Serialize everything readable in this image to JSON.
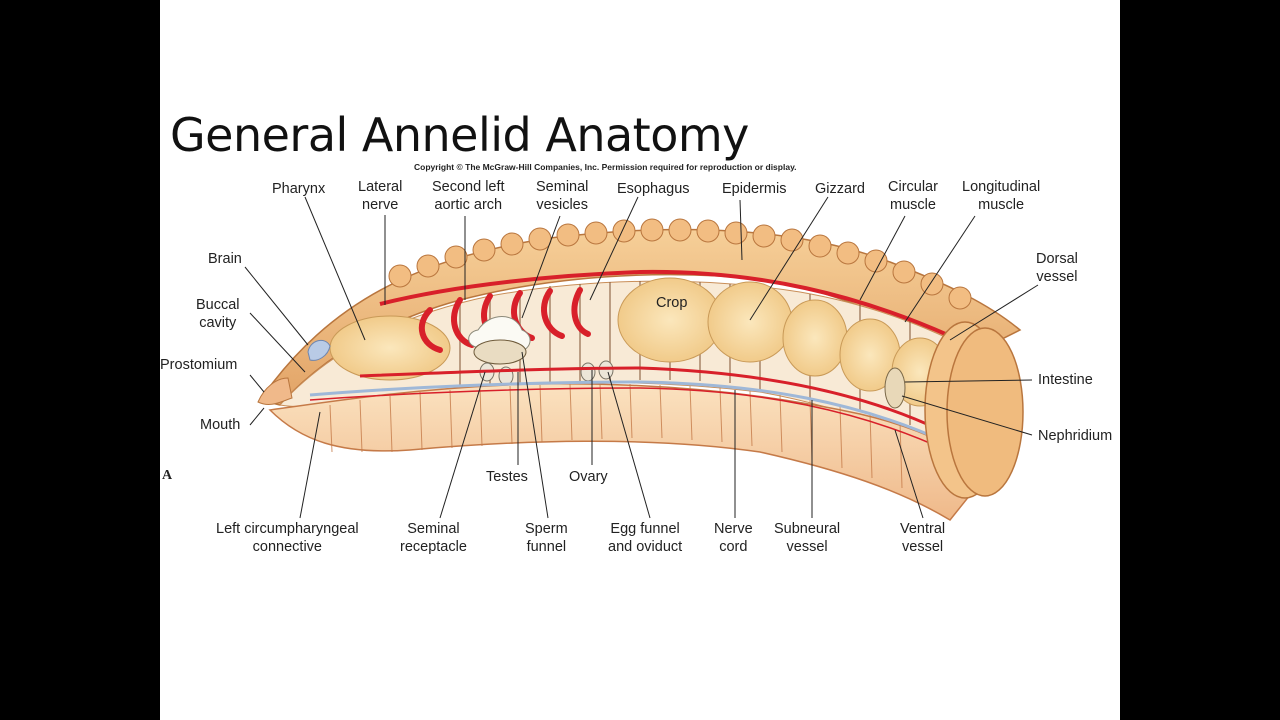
{
  "slide": {
    "title": "General Annelid Anatomy",
    "copyright": "Copyright © The McGraw-Hill Companies, Inc. Permission required for reproduction or display.",
    "figure_letter": "A"
  },
  "labels": {
    "pharynx": "Pharynx",
    "lateral_nerve": [
      "Lateral",
      "nerve"
    ],
    "second_left_aortic_arch": [
      "Second left",
      "aortic arch"
    ],
    "seminal_vesicles": [
      "Seminal",
      "vesicles"
    ],
    "esophagus": "Esophagus",
    "epidermis": "Epidermis",
    "gizzard": "Gizzard",
    "circular_muscle": [
      "Circular",
      "muscle"
    ],
    "longitudinal_muscle": [
      "Longitudinal",
      "muscle"
    ],
    "dorsal_vessel": [
      "Dorsal",
      "vessel"
    ],
    "brain": "Brain",
    "buccal_cavity": [
      "Buccal",
      "cavity"
    ],
    "prostomium": "Prostomium",
    "mouth": "Mouth",
    "crop": "Crop",
    "intestine": "Intestine",
    "nephridium": "Nephridium",
    "testes": "Testes",
    "ovary": "Ovary",
    "left_circumpharyngeal_connective": [
      "Left circumpharyngeal",
      "connective"
    ],
    "seminal_receptacle": [
      "Seminal",
      "receptacle"
    ],
    "sperm_funnel": [
      "Sperm",
      "funnel"
    ],
    "egg_funnel_and_oviduct": [
      "Egg funnel",
      "and oviduct"
    ],
    "nerve_cord": [
      "Nerve",
      "cord"
    ],
    "subneural_vessel": [
      "Subneural",
      "vessel"
    ],
    "ventral_vessel": [
      "Ventral",
      "vessel"
    ]
  },
  "colors": {
    "skin": "#f3c48a",
    "skin_dark": "#d99a5c",
    "muscle": "#e8a07a",
    "vessel": "#d8202a",
    "nerve": "#9fb8d8",
    "gut": "#f6d9a0",
    "slide_bg": "#ffffff",
    "frame_bg": "#000000"
  }
}
